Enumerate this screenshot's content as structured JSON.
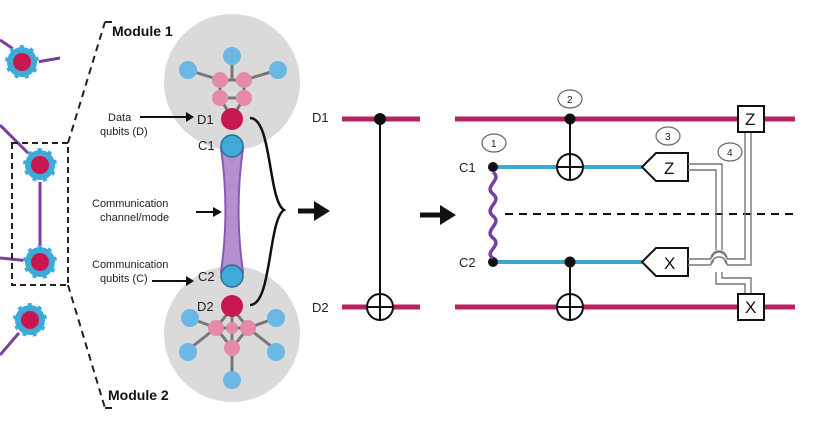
{
  "modules": {
    "module1_title": "Module 1",
    "module2_title": "Module 2"
  },
  "labels": {
    "data_qubits": [
      "Data",
      "qubits (D)"
    ],
    "communication_channel": [
      "Communication",
      "channel/mode"
    ],
    "communication_qubits": [
      "Communication",
      "qubits (C)"
    ],
    "d1": "D1",
    "c1": "C1",
    "c2": "C2",
    "d2": "D2"
  },
  "circuit": {
    "cnot_wires": {
      "top": "D1",
      "bottom": "D2"
    },
    "teleport_wires": {
      "d1": "D1",
      "c1": "C1",
      "c2": "C2",
      "d2": "D2"
    },
    "steps": [
      "1",
      "2",
      "3",
      "4"
    ],
    "measure_gates": [
      "Z",
      "X"
    ],
    "correction_gates": [
      "Z",
      "X"
    ]
  },
  "colors": {
    "data_qubit": "#c8174f",
    "comm_qubit": "#3fa9d8",
    "wire_data": "#b5245f",
    "wire_comm": "#38a8cf",
    "channel": "#b68fd0",
    "channel_edge": "#8a5bb0",
    "module_bg": "#dadada",
    "pink_node": "#e58aa8",
    "link_purple": "#7a3f9e"
  }
}
